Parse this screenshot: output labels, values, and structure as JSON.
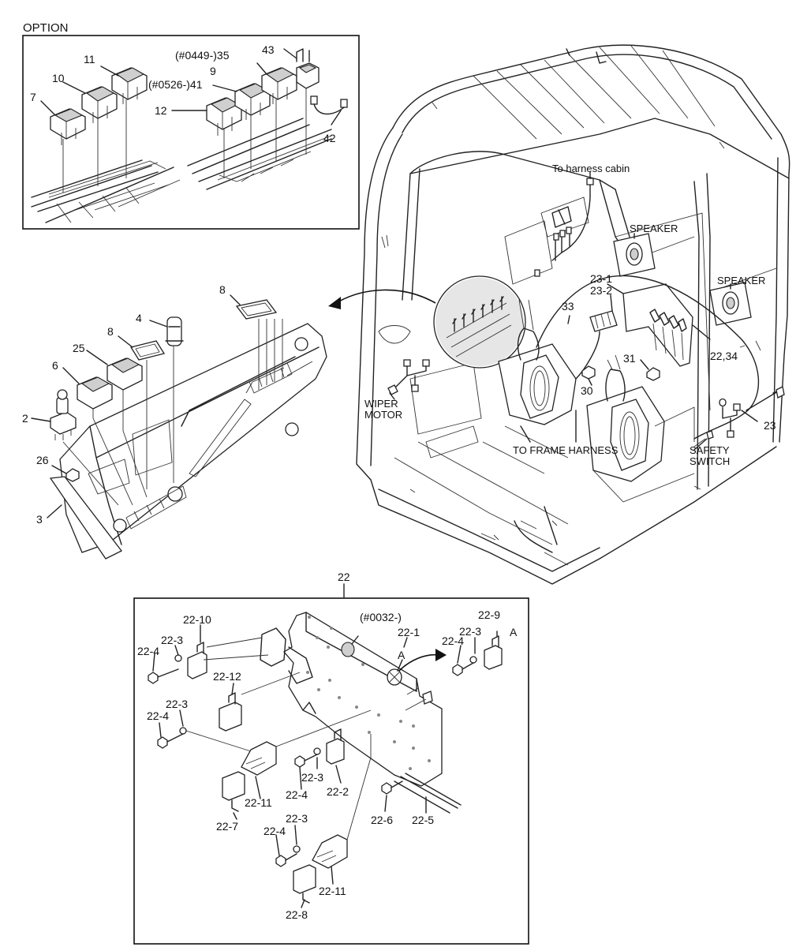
{
  "option_box": {
    "title": "OPTION",
    "labels": [
      "11",
      "10",
      "7",
      "(#0449-)35",
      "43",
      "9",
      "(#0526-)41",
      "12",
      "42"
    ]
  },
  "panel_parts": [
    "8",
    "8",
    "4",
    "25",
    "6",
    "2",
    "26",
    "3"
  ],
  "cabin": {
    "labels": [
      "To harness cabin",
      "SPEAKER",
      "SPEAKER",
      "23-1",
      "23-2",
      "33",
      "22,34",
      "31",
      "30",
      "23",
      "WIPER",
      "MOTOR",
      "TO FRAME HARNESS",
      "SAFETY",
      "SWITCH"
    ]
  },
  "relay_box": {
    "title": "22",
    "labels": [
      "22-10",
      "22-3",
      "22-4",
      "(#0032-)",
      "22-1",
      "A",
      "22-9",
      "22-3",
      "22-4",
      "A",
      "22-12",
      "22-3",
      "22-4",
      "22-3",
      "22-4",
      "22-2",
      "22-11",
      "22-7",
      "22-6",
      "22-5",
      "22-3",
      "22-4",
      "22-11",
      "22-8"
    ]
  }
}
